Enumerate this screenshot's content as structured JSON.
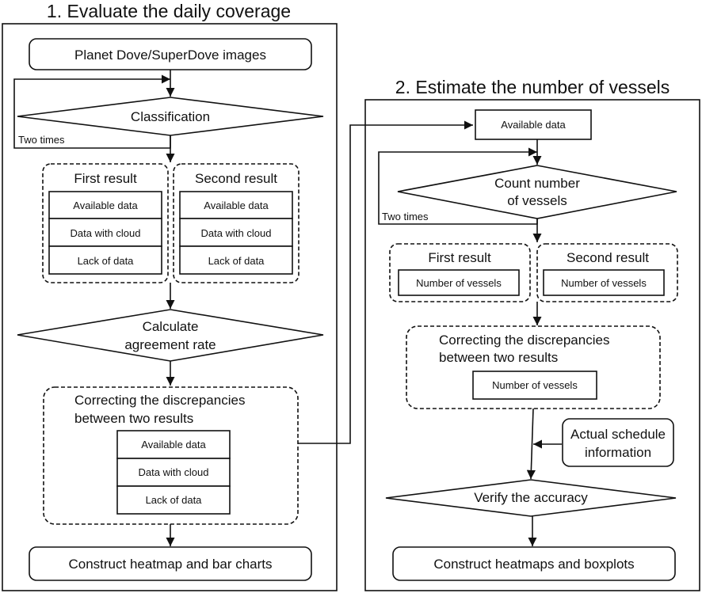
{
  "section1": {
    "title": "1. Evaluate the daily coverage",
    "source": "Planet Dove/SuperDove images",
    "classification": "Classification",
    "loop_label": "Two times",
    "first_result": {
      "title": "First result",
      "rows": [
        "Available data",
        "Data with cloud",
        "Lack of data"
      ]
    },
    "second_result": {
      "title": "Second result",
      "rows": [
        "Available data",
        "Data with cloud",
        "Lack of data"
      ]
    },
    "agreement": [
      "Calculate",
      "agreement rate"
    ],
    "correcting": {
      "lines": [
        "Correcting the discrepancies",
        "between two results"
      ],
      "rows": [
        "Available data",
        "Data with cloud",
        "Lack of data"
      ]
    },
    "output": "Construct heatmap and bar charts"
  },
  "section2": {
    "title": "2. Estimate the number of vessels",
    "input": "Available data",
    "count": [
      "Count number",
      "of vessels"
    ],
    "loop_label": "Two times",
    "first_result": {
      "title": "First result",
      "value": "Number of vessels"
    },
    "second_result": {
      "title": "Second result",
      "value": "Number of vessels"
    },
    "correcting": {
      "lines": [
        "Correcting the discrepancies",
        "between two results"
      ],
      "value": "Number of vessels"
    },
    "schedule": [
      "Actual schedule",
      "information"
    ],
    "verify": "Verify the accuracy",
    "output": "Construct heatmaps and boxplots"
  }
}
